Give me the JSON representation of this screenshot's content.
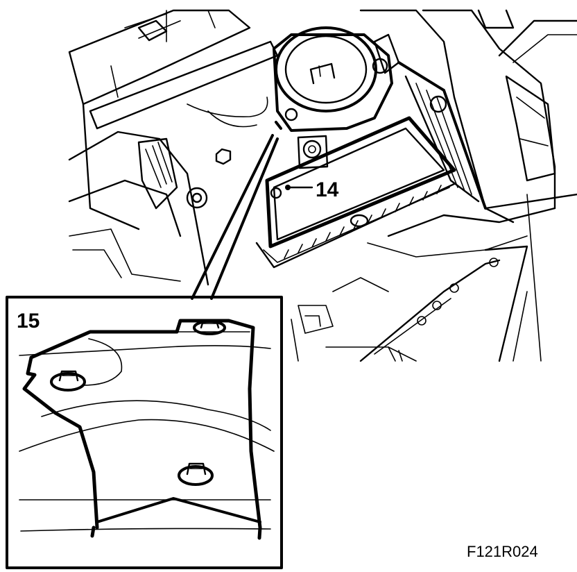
{
  "callouts": {
    "part_14": "14",
    "part_15": "15"
  },
  "figure_code": "F121R024",
  "colors": {
    "line": "#000000",
    "background": "#ffffff",
    "shade": "#7a7a7a"
  }
}
